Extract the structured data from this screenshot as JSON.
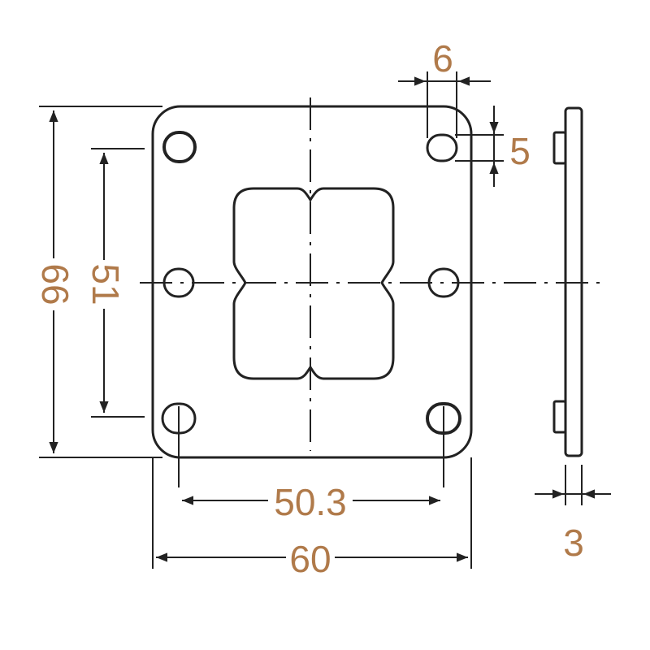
{
  "drawing": {
    "colors": {
      "outline": "#222222",
      "dimension_line": "#222222",
      "dimension_text": "#b07a4a",
      "background": "#ffffff"
    },
    "dimensions": {
      "overall_height": "66",
      "hole_pitch_vertical": "51",
      "hole_pitch_horizontal": "50.3",
      "overall_width": "60",
      "slot_width": "6",
      "slot_height": "5",
      "thickness": "3"
    }
  }
}
